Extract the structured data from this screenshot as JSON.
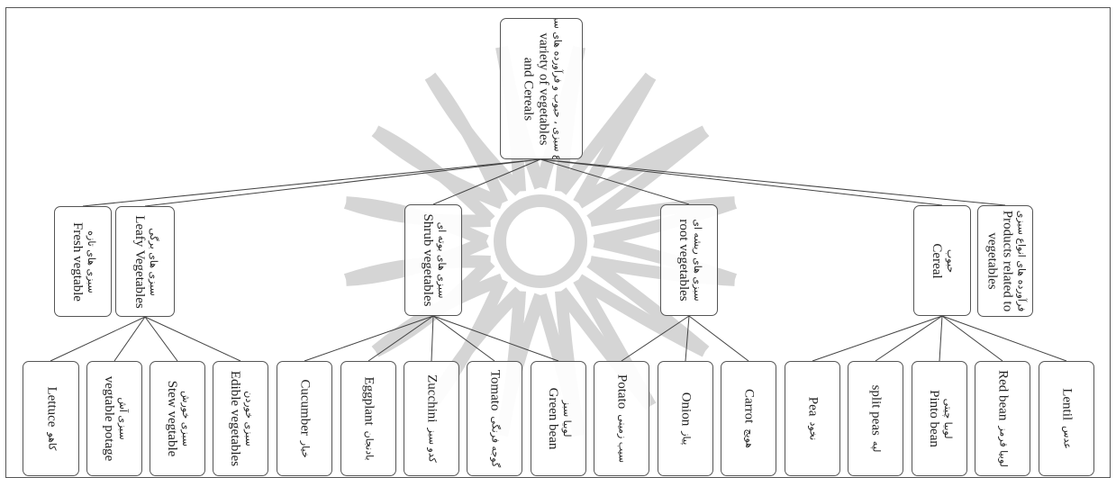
{
  "root": {
    "fa": "انواع سبزی ، حبوب و فرآورده های سبزی",
    "en_line1": "variety of vegetables",
    "en_line2": "and Cereals"
  },
  "categories": [
    {
      "id": "fresh",
      "fa": "سبزی های تازه",
      "en": "Fresh vegtable"
    },
    {
      "id": "leafy",
      "fa": "سبزی های برگی",
      "en": "Leafy Vegetables"
    },
    {
      "id": "shrub",
      "fa": "سبزی های بوته ای",
      "en": "Shrub vegetables"
    },
    {
      "id": "root",
      "fa": "سبزی های ریشه ای",
      "en": "root vegetables"
    },
    {
      "id": "cereal",
      "fa": "حبوب",
      "en": "Cereal"
    },
    {
      "id": "products",
      "fa": "فرآورده های انواع سبزی",
      "en_line1": "Products related to",
      "en_line2": "vegetables"
    }
  ],
  "leaves": [
    {
      "id": "lettuce",
      "fa": "کاهو",
      "en": "Lettuce"
    },
    {
      "id": "potage",
      "fa": "سبزی آش",
      "en": "vegtable potage"
    },
    {
      "id": "stew",
      "fa": "سبزی خورش",
      "en": "Stew vegtable"
    },
    {
      "id": "edible",
      "fa": "سبزی خوردن",
      "en": "Edible vegetables"
    },
    {
      "id": "cucumber",
      "fa": "خیار",
      "en": "Cucumber"
    },
    {
      "id": "eggplant",
      "fa": "بادنجان",
      "en": "Eggplant"
    },
    {
      "id": "zucchini",
      "fa": "کدو سبز",
      "en": "Zucchini"
    },
    {
      "id": "tomato",
      "fa": "گوجه فرنگی",
      "en": "Tomato"
    },
    {
      "id": "greenbean",
      "fa": "لوبیا سبز",
      "en": "Green bean"
    },
    {
      "id": "potato",
      "fa": "سیب زمینی",
      "en": "Potato"
    },
    {
      "id": "onion",
      "fa": "پیاز",
      "en": "Onion"
    },
    {
      "id": "carrot",
      "fa": "هویج",
      "en": "Carrot"
    },
    {
      "id": "pea",
      "fa": "نخود",
      "en": "Pea"
    },
    {
      "id": "splitpeas",
      "fa": "لپه",
      "en": "split peas"
    },
    {
      "id": "pinto",
      "fa": "لوبیا چیتی",
      "en": "Pinto bean"
    },
    {
      "id": "redbean",
      "fa": "لوبیا قرمز",
      "en": "Red bean"
    },
    {
      "id": "lentil",
      "fa": "عدس",
      "en": "Lentil"
    }
  ],
  "colors": {
    "border": "#555555",
    "line": "#444444",
    "watermark": "#c8c8c8"
  }
}
